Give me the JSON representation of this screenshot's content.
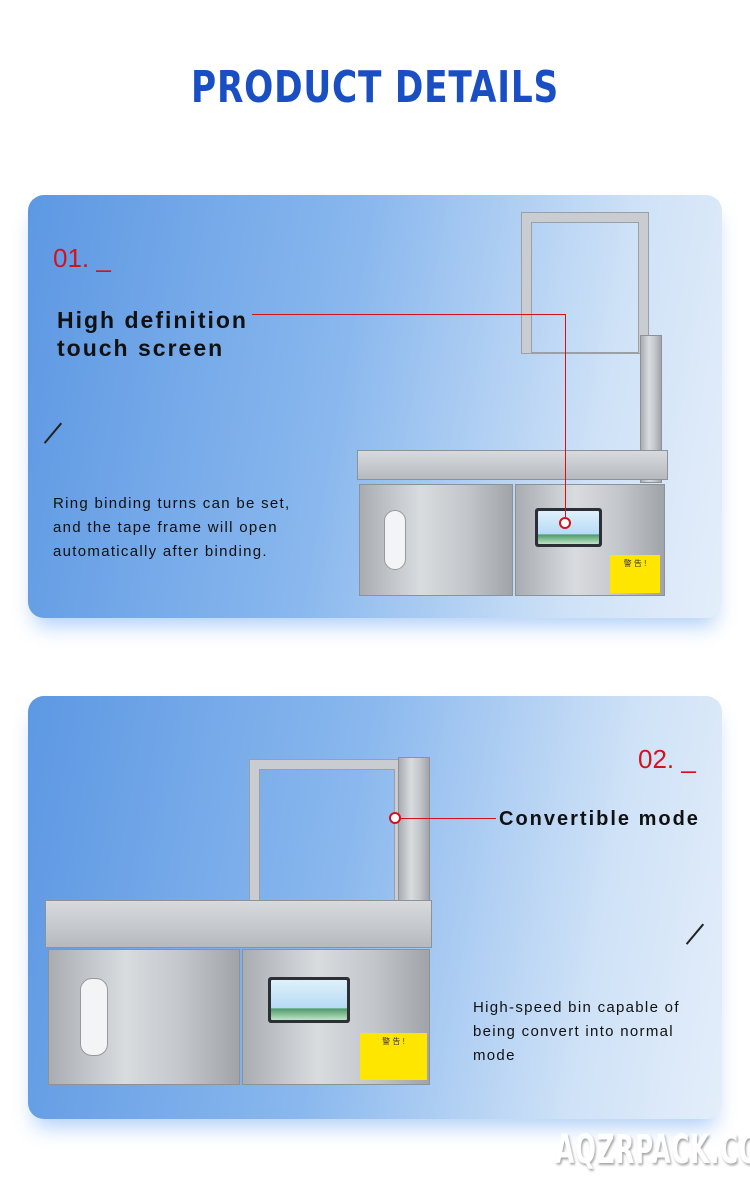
{
  "title": "PRODUCT DETAILS",
  "features": [
    {
      "number": "01. _",
      "heading_line1": "High definition",
      "heading_line2": "touch screen",
      "desc": [
        "Ring binding turns can be set,",
        "and the tape frame will open",
        "automatically after binding."
      ]
    },
    {
      "number": "02. _",
      "heading_line1": "Convertible mode",
      "desc": [
        "High-speed bin capable of",
        "being convert into normal",
        "mode"
      ]
    }
  ],
  "warning_label": "警 告 !",
  "watermark": "AQZRPACK.COM",
  "colors": {
    "title": "#1a4fc4",
    "accent": "#d3131b"
  }
}
